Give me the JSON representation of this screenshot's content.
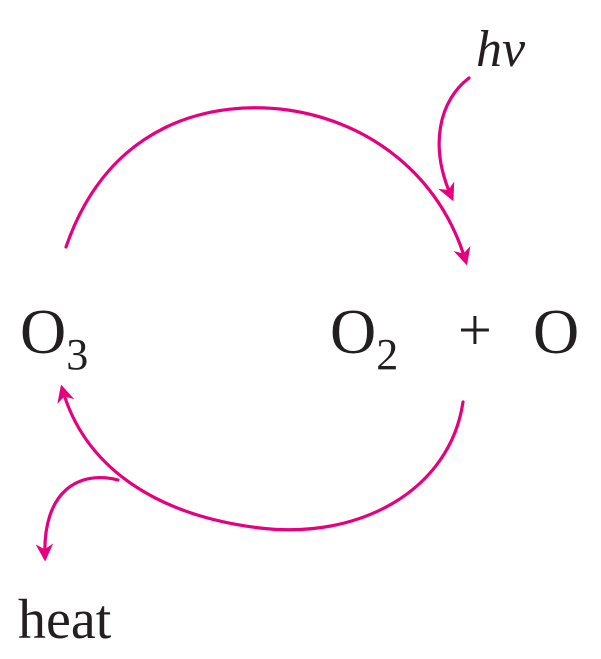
{
  "diagram": {
    "photon_label": "hv",
    "ozone": {
      "symbol": "O",
      "subscript": "3"
    },
    "oxygen_molecule": {
      "symbol": "O",
      "subscript": "2"
    },
    "plus_sign": "+",
    "oxygen_atom": "O",
    "heat_label": "heat",
    "arrow_color": "#e6007e",
    "text_color": "#231f20"
  }
}
